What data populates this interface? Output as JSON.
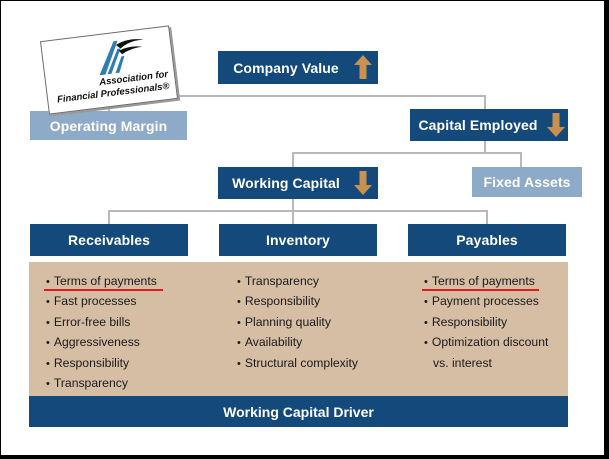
{
  "logo": {
    "line1": "Association for",
    "line2": "Financial Professionals®"
  },
  "nodes": {
    "company_value": "Company Value",
    "operating_margin": "Operating Margin",
    "capital_employed": "Capital Employed",
    "working_capital": "Working Capital",
    "fixed_assets": "Fixed Assets",
    "receivables": "Receivables",
    "inventory": "Inventory",
    "payables": "Payables"
  },
  "arrows": {
    "company_value": "up",
    "capital_employed": "down",
    "working_capital": "down"
  },
  "drivers": {
    "receivables": [
      "Terms of payments",
      "Fast processes",
      "Error-free bills",
      "Aggressiveness",
      "Responsibility",
      "Transparency"
    ],
    "inventory": [
      "Transparency",
      "Responsibility",
      "Planning quality",
      "Availability",
      "Structural complexity"
    ],
    "payables": [
      "Terms of payments",
      "Payment processes",
      "Responsibility",
      "Optimization discount",
      "vs. interest"
    ]
  },
  "footer": "Working Capital Driver",
  "colors": {
    "dark_box": "#14497c",
    "light_box": "#8eaac9",
    "arrow": "#c8914f",
    "panel": "#d6bea5",
    "highlight": "#d81e1e"
  }
}
